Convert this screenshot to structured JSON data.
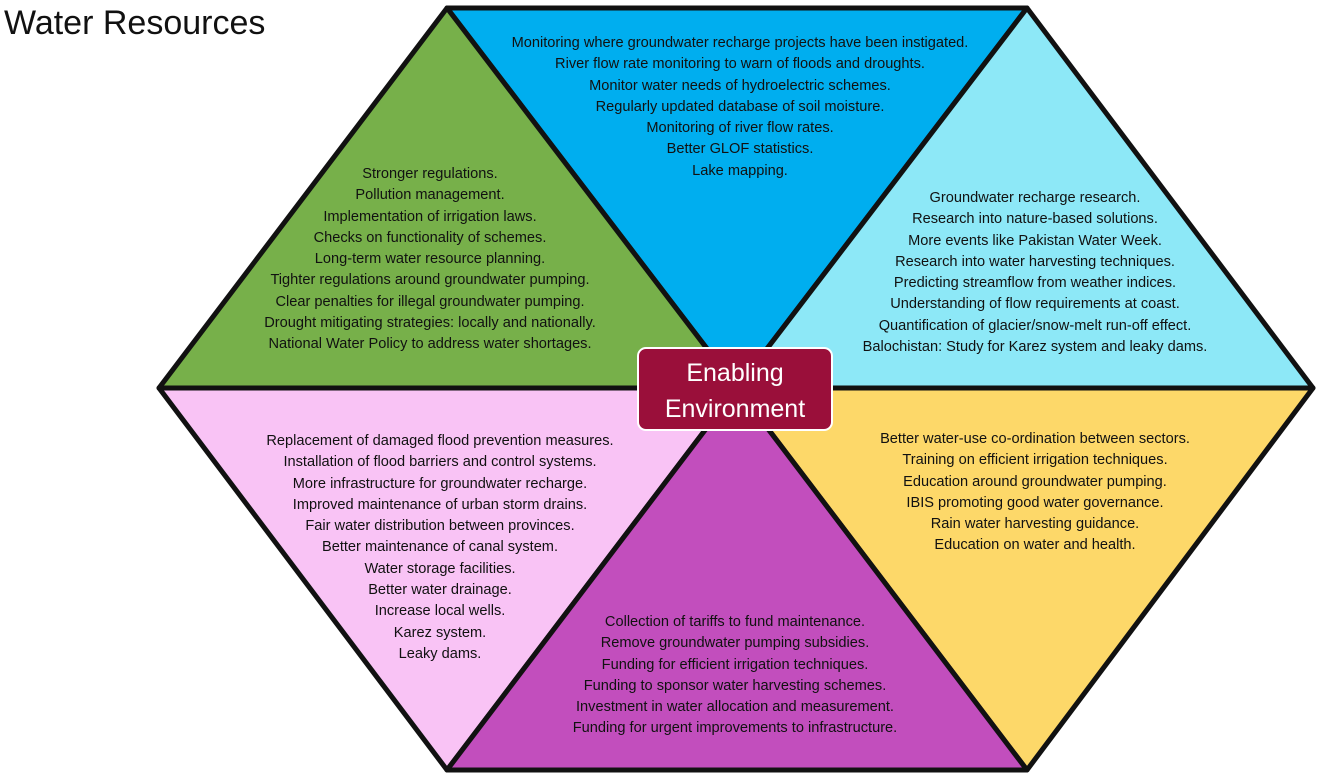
{
  "title": "Water Resources",
  "center": {
    "line1": "Enabling",
    "line2": "Environment",
    "color": "#9a0f3a"
  },
  "segments": [
    {
      "id": "top",
      "color": "#00aeef",
      "items": [
        "Monitoring where groundwater recharge projects have been instigated.",
        "River flow rate monitoring to warn of floods and droughts.",
        "Monitor water needs of hydroelectric schemes.",
        "Regularly updated database of soil moisture.",
        "Monitoring of river flow rates.",
        "Better GLOF statistics.",
        "Lake mapping."
      ]
    },
    {
      "id": "left",
      "color": "#77b04a",
      "items": [
        "Stronger regulations.",
        "Pollution management.",
        "Implementation of irrigation laws.",
        "Checks on functionality of schemes.",
        "Long-term water resource planning.",
        "Tighter regulations around groundwater pumping.",
        "Clear penalties for illegal groundwater pumping.",
        "Drought mitigating strategies: locally and nationally.",
        "National Water Policy to address water shortages."
      ]
    },
    {
      "id": "right",
      "color": "#8de8f7",
      "items": [
        "Groundwater recharge research.",
        "Research into nature-based solutions.",
        "More events like Pakistan Water Week.",
        "Research into water harvesting techniques.",
        "Predicting streamflow from weather indices.",
        "Understanding of flow requirements at coast.",
        "Quantification of glacier/snow-melt run-off effect.",
        "Balochistan: Study for Karez system and leaky dams."
      ]
    },
    {
      "id": "bottom-left",
      "color": "#f9c3f5",
      "items": [
        "Replacement of damaged flood prevention measures.",
        "Installation of flood barriers and control systems.",
        "More infrastructure for groundwater recharge.",
        "Improved maintenance of urban storm drains.",
        "Fair water distribution between provinces.",
        "Better maintenance of canal system.",
        "Water storage facilities.",
        "Better water drainage.",
        "Increase local wells.",
        "Karez system.",
        "Leaky dams."
      ]
    },
    {
      "id": "bottom-right",
      "color": "#fdd869",
      "items": [
        "Better water-use co-ordination between sectors.",
        "Training on efficient irrigation techniques.",
        "Education around groundwater pumping.",
        "IBIS promoting good water governance.",
        "Rain water harvesting guidance.",
        "Education on water and health."
      ]
    },
    {
      "id": "bottom",
      "color": "#c24ebd",
      "items": [
        "Collection of tariffs to fund maintenance.",
        "Remove groundwater pumping subsidies.",
        "Funding for efficient irrigation techniques.",
        "Funding to sponsor water harvesting schemes.",
        "Investment in water allocation and measurement.",
        "Funding for urgent improvements to infrastructure."
      ]
    }
  ]
}
